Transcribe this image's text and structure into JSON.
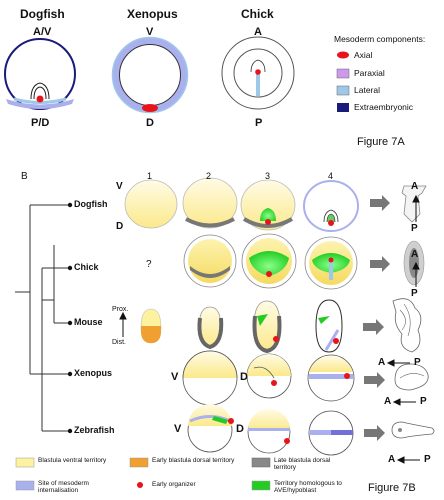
{
  "figure_a": {
    "caption": "Figure 7A",
    "species": [
      {
        "name": "Dogfish",
        "top_label": "A/V",
        "bottom_label": "P/D"
      },
      {
        "name": "Xenopus",
        "top_label": "V",
        "bottom_label": "D"
      },
      {
        "name": "Chick",
        "top_label": "A",
        "bottom_label": "P"
      }
    ],
    "legend": {
      "title": "Mesoderm components:",
      "items": [
        {
          "label": "Axial",
          "color": "#e8141c"
        },
        {
          "label": "Paraxial",
          "color": "#cc99ee"
        },
        {
          "label": "Lateral",
          "color": "#9ec8e8"
        },
        {
          "label": "Extraembryonic",
          "color": "#1a1a7a"
        }
      ]
    }
  },
  "figure_b": {
    "panel_label": "B",
    "caption": "Figure 7B",
    "columns": [
      "1",
      "2",
      "3",
      "4"
    ],
    "rows": [
      {
        "name": "Dogfish",
        "left_axis_top": "V",
        "left_axis_bottom": "D",
        "right_axis_top": "A",
        "right_axis_bottom": "P"
      },
      {
        "name": "Chick",
        "col1_text": "?",
        "right_axis_top": "A",
        "right_axis_bottom": "P"
      },
      {
        "name": "Mouse",
        "left_axis_top": "Prox.",
        "left_axis_bottom": "Dist.",
        "right_axis_left": "A",
        "right_axis_right": "P"
      },
      {
        "name": "Xenopus",
        "left_axis_left": "V",
        "left_axis_right": "D",
        "right_axis_left": "A",
        "right_axis_right": "P"
      },
      {
        "name": "Zebrafish",
        "left_axis_left": "V",
        "left_axis_right": "D",
        "right_axis_left": "A",
        "right_axis_right": "P"
      }
    ],
    "legend": [
      {
        "label": "Blastula ventral territory",
        "color": "#fdf2a0"
      },
      {
        "label": "Early blastula dorsal territory",
        "color": "#f0a030"
      },
      {
        "label": "Late blastula dorsal territory",
        "color": "#888888"
      },
      {
        "label": "Site of mesoderm internalisation",
        "color": "#aab0ee"
      },
      {
        "label": "Early organizer",
        "color": "#e8141c"
      },
      {
        "label": "Territory homologous to AVE/hypoblast",
        "color": "#22cc22"
      }
    ]
  }
}
